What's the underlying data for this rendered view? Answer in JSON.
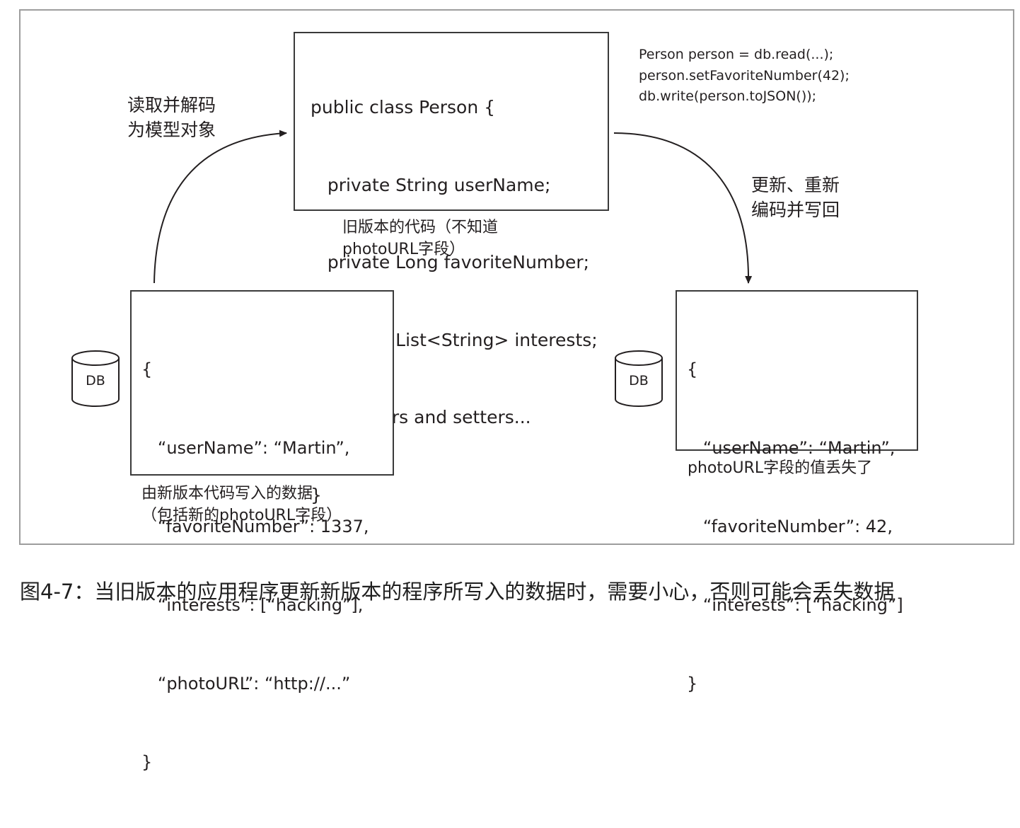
{
  "center_code": {
    "lines": [
      "public class Person {",
      "   private String userName;",
      "   private Long favoriteNumber;",
      "   private List<String> interests;",
      "   // getters and setters...",
      "}"
    ],
    "caption_lines": [
      "旧版本的代码（不知道",
      "photoURL字段）"
    ]
  },
  "right_code": {
    "lines": [
      "Person person = db.read(...);",
      "person.setFavoriteNumber(42);",
      "db.write(person.toJSON());"
    ]
  },
  "left_arrow_label": [
    "读取并解码",
    "为模型对象"
  ],
  "right_arrow_label": [
    "更新、重新",
    "编码并写回"
  ],
  "left_json": {
    "lines": [
      "{",
      "   “userName”: “Martin”,",
      "   “favoriteNumber”: 1337,",
      "   “interests”: [“hacking”],",
      "   “photoURL”: “http://...”",
      "}"
    ],
    "caption_lines": [
      "由新版本代码写入的数据",
      "（包括新的photoURL字段）"
    ]
  },
  "right_json": {
    "lines": [
      "{",
      "   “userName”: “Martin”,",
      "   “favoriteNumber”: 42,",
      "   “interests”: [“hacking”]",
      "}"
    ],
    "caption_lines": [
      "photoURL字段的值丢失了"
    ]
  },
  "db_left": {
    "label": "DB"
  },
  "db_right": {
    "label": "DB"
  },
  "figure_caption": "图4-7：当旧版本的应用程序更新新版本的程序所写入的数据时，需要小心，否则可能会丢失数据"
}
